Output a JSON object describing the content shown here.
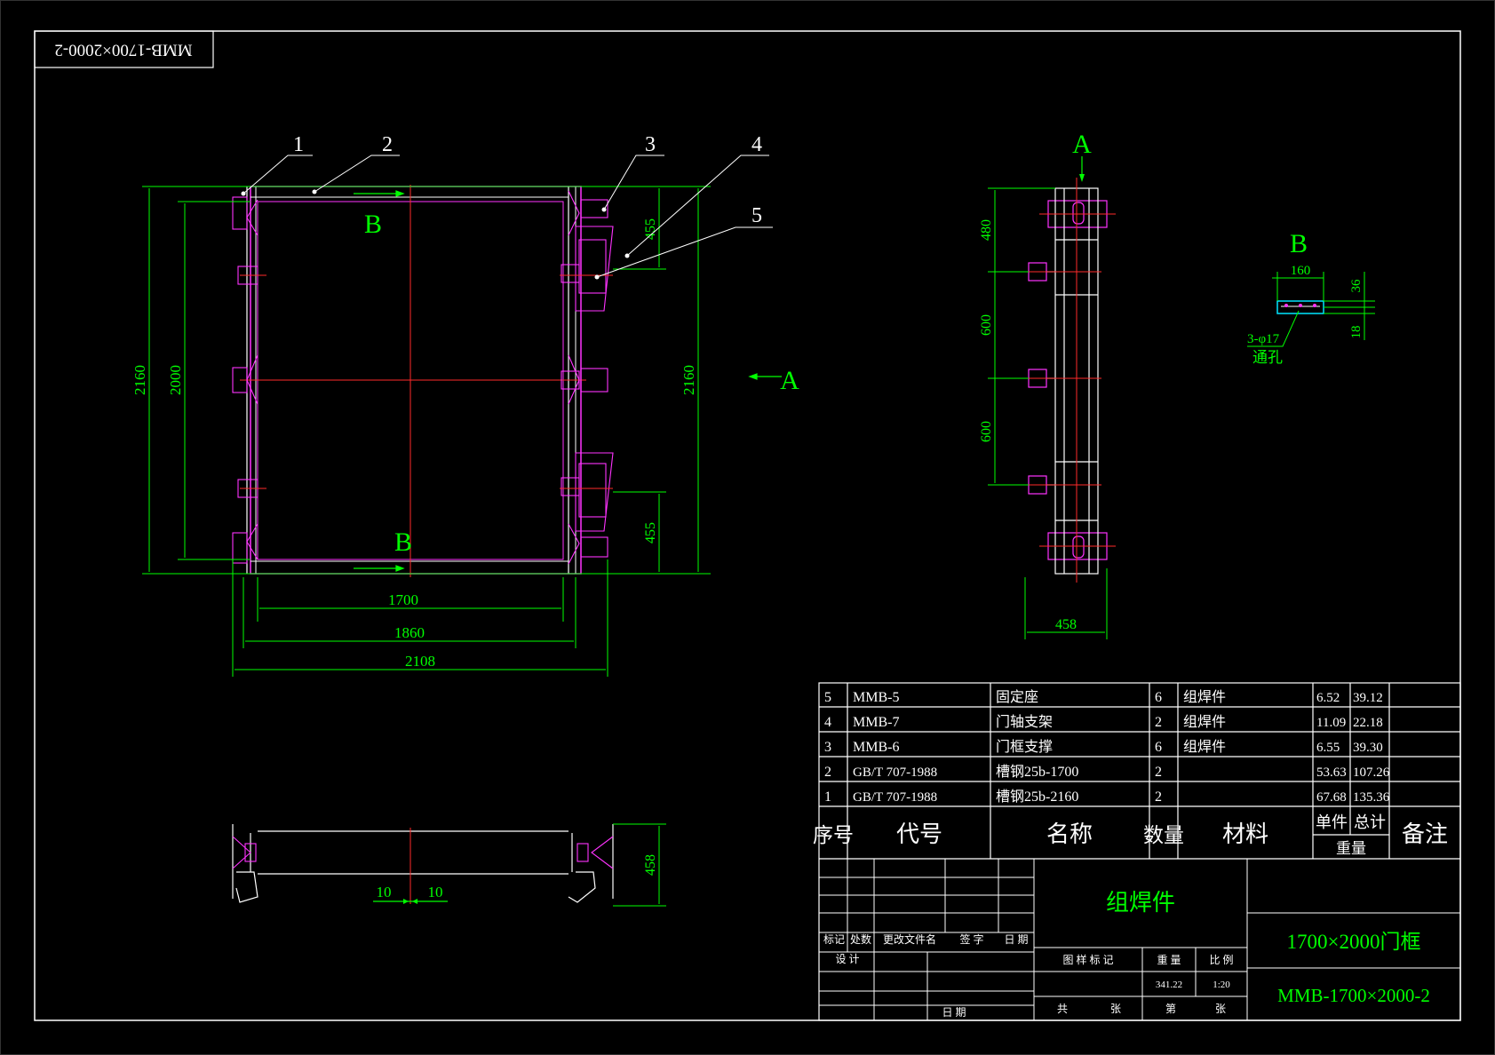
{
  "colors": {
    "background": "#000000",
    "frame": "#ffffff",
    "part": "#ff33ff",
    "dimension": "#00ff00",
    "centerline": "#ff2a2a"
  },
  "drawing_code_rotated": "MMB-1700×2000-2",
  "balloons": [
    "1",
    "2",
    "3",
    "4",
    "5"
  ],
  "front_view": {
    "dims": {
      "width_inner": "1700",
      "width_mid": "1860",
      "width_outer": "2108",
      "height_outer_left": "2160",
      "height_inner": "2000",
      "height_outer_right": "2160",
      "bracket_top": "455",
      "bracket_bottom": "455"
    },
    "section_b_top": "B",
    "section_b_bottom": "B",
    "view_a_marker": "A"
  },
  "side_view": {
    "label": "A",
    "dims": {
      "d480": "480",
      "d600a": "600",
      "d600b": "600",
      "d458": "458"
    }
  },
  "detail_b": {
    "label": "B",
    "width": "160",
    "d36": "36",
    "d18": "18",
    "holes": "3-φ17",
    "holes_note": "通孔"
  },
  "bottom_view": {
    "dims": {
      "left": "10",
      "right": "10",
      "height": "458"
    }
  },
  "bom": {
    "rows": [
      {
        "no": "5",
        "code": "MMB-5",
        "name": "固定座",
        "qty": "6",
        "material": "组焊件",
        "unit": "6.52",
        "total": "39.12",
        "note": ""
      },
      {
        "no": "4",
        "code": "MMB-7",
        "name": "门轴支架",
        "qty": "2",
        "material": "组焊件",
        "unit": "11.09",
        "total": "22.18",
        "note": ""
      },
      {
        "no": "3",
        "code": "MMB-6",
        "name": "门框支撑",
        "qty": "6",
        "material": "组焊件",
        "unit": "6.55",
        "total": "39.30",
        "note": ""
      },
      {
        "no": "2",
        "code": "GB/T 707-1988",
        "name": "槽钢25b-1700",
        "qty": "2",
        "material": "",
        "unit": "53.63",
        "total": "107.26",
        "note": ""
      },
      {
        "no": "1",
        "code": "GB/T 707-1988",
        "name": "槽钢25b-2160",
        "qty": "2",
        "material": "",
        "unit": "67.68",
        "total": "135.36",
        "note": ""
      }
    ],
    "header": {
      "no": "序号",
      "code": "代号",
      "name": "名称",
      "qty": "数量",
      "material": "材料",
      "unit": "单件",
      "total": "总计",
      "weight": "重量",
      "note": "备注"
    }
  },
  "title_block": {
    "labels": {
      "mark": "标记",
      "count": "处数",
      "doc": "更改文件名",
      "sign": "签 字",
      "date": "日 期",
      "design": "设 计",
      "date2": "日 期",
      "stage": "图 样 标 记",
      "weight": "重 量",
      "scale": "比 例",
      "total_sheets": "共",
      "sheets_unit": "张",
      "sheet": "第",
      "sheet_unit": "张"
    },
    "weight_value": "341.22",
    "scale_value": "1:20",
    "type": "组焊件",
    "part_name": "1700×2000门框",
    "drawing_no": "MMB-1700×2000-2"
  }
}
